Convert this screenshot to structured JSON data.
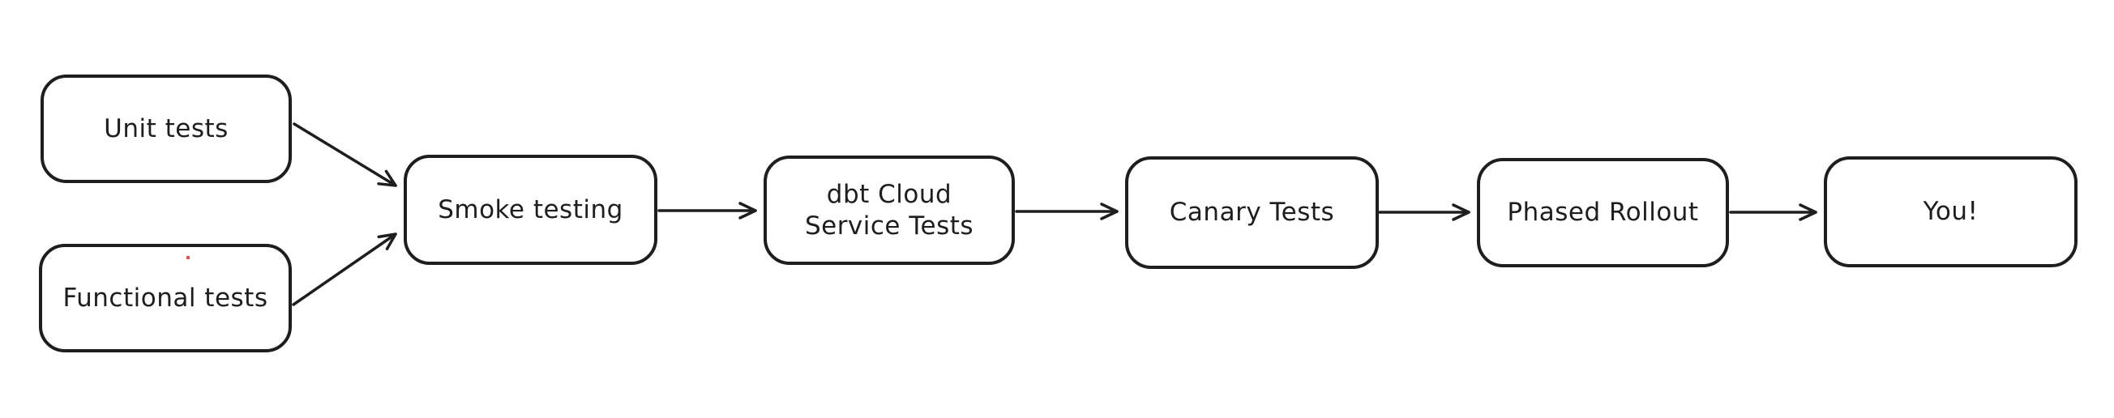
{
  "diagram": {
    "type": "flowchart",
    "style": "hand-drawn-excalidraw",
    "background_color": "#ffffff",
    "stroke_color": "#1e1e1e",
    "node_fill_color": "#ffffff",
    "artifact_dot_color": "#d9564a",
    "nodes": [
      {
        "id": "unit-tests",
        "label": "Unit tests"
      },
      {
        "id": "functional-tests",
        "label": "Functional tests"
      },
      {
        "id": "smoke-testing",
        "label": "Smoke testing"
      },
      {
        "id": "dbt-cloud-service-tests",
        "label": "dbt Cloud\nService Tests"
      },
      {
        "id": "canary-tests",
        "label": "Canary Tests"
      },
      {
        "id": "phased-rollout",
        "label": "Phased Rollout"
      },
      {
        "id": "you",
        "label": "You!"
      }
    ],
    "edges": [
      {
        "from": "unit-tests",
        "to": "smoke-testing"
      },
      {
        "from": "functional-tests",
        "to": "smoke-testing"
      },
      {
        "from": "smoke-testing",
        "to": "dbt-cloud-service-tests"
      },
      {
        "from": "dbt-cloud-service-tests",
        "to": "canary-tests"
      },
      {
        "from": "canary-tests",
        "to": "phased-rollout"
      },
      {
        "from": "phased-rollout",
        "to": "you"
      }
    ]
  }
}
